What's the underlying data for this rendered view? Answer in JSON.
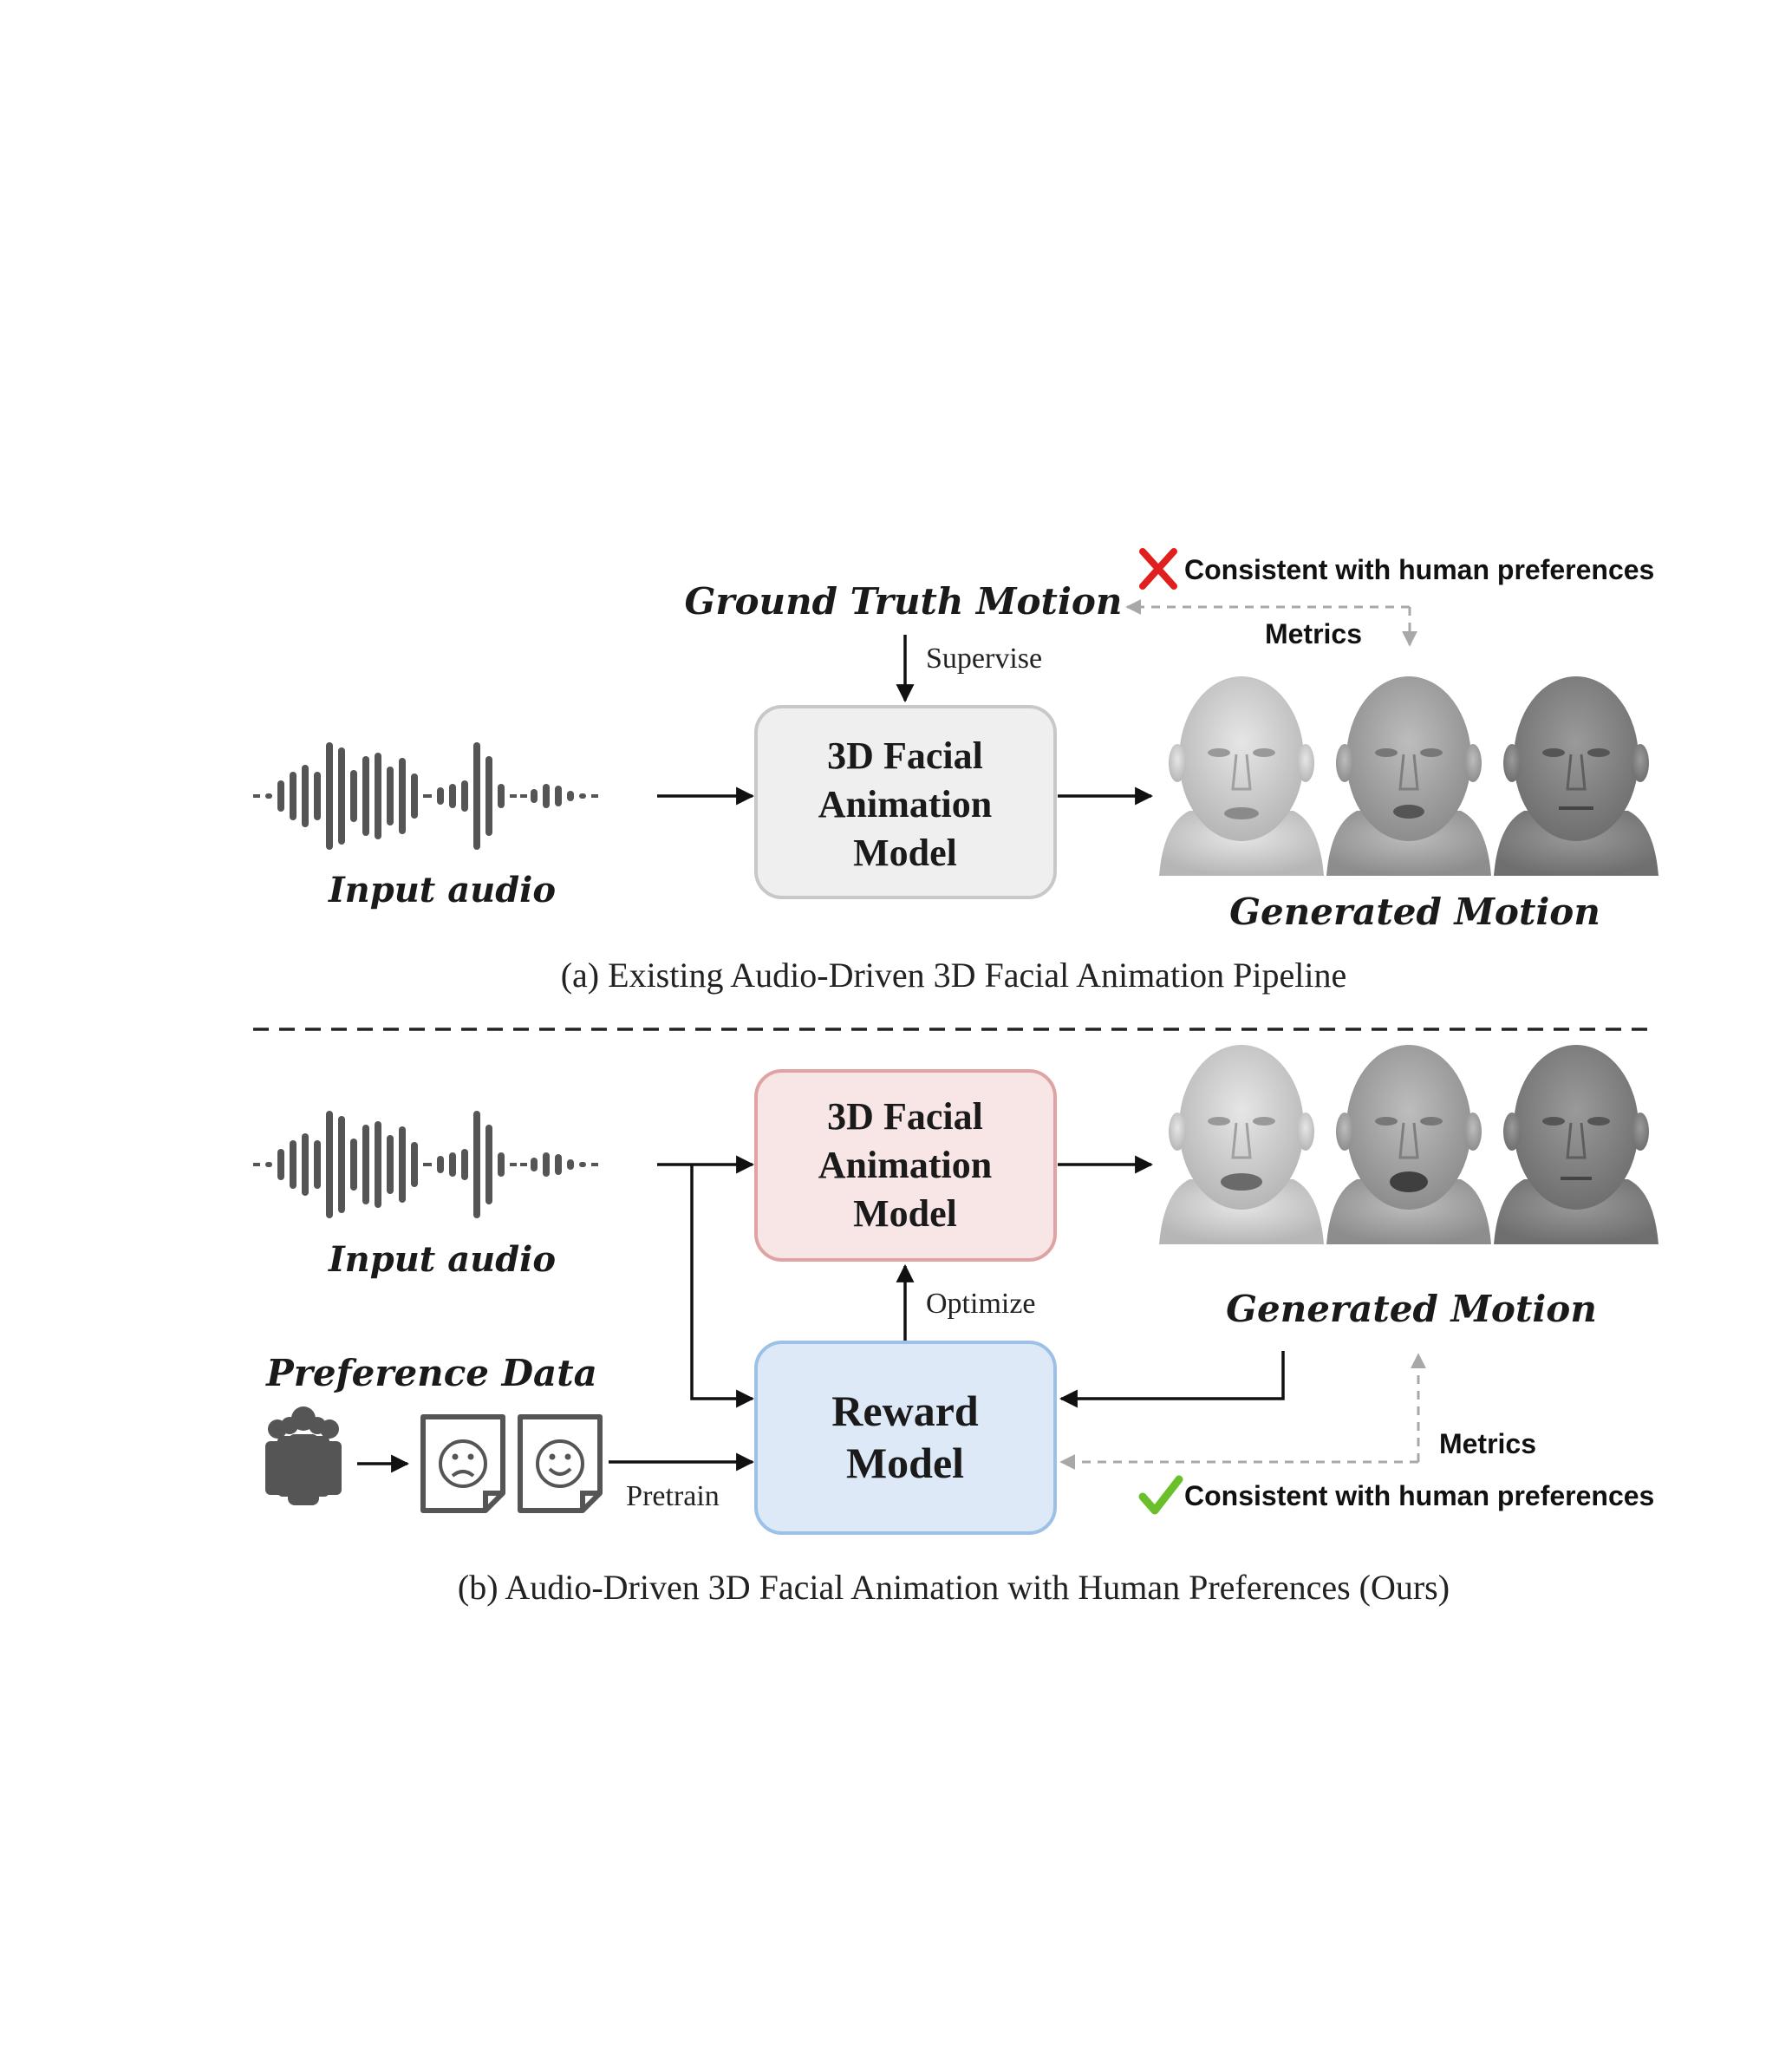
{
  "panel_a": {
    "ground_truth": "Ground Truth Motion",
    "supervise": "Supervise",
    "model_line1": "3D Facial",
    "model_line2": "Animation",
    "model_line3": "Model",
    "input_audio": "Input audio",
    "generated_motion": "Generated Motion",
    "metrics": "Metrics",
    "consistency": "Consistent with human preferences",
    "caption": "(a) Existing Audio-Driven 3D Facial Animation Pipeline"
  },
  "panel_b": {
    "model_line1": "3D Facial",
    "model_line2": "Animation",
    "model_line3": "Model",
    "input_audio": "Input audio",
    "generated_motion": "Generated Motion",
    "optimize": "Optimize",
    "preference_data": "Preference Data",
    "pretrain": "Pretrain",
    "reward_line1": "Reward",
    "reward_line2": "Model",
    "metrics": "Metrics",
    "consistency": "Consistent with human preferences",
    "caption": "(b) Audio-Driven 3D Facial Animation with Human Preferences (Ours)"
  },
  "colors": {
    "box_gray_fill": "#efefef",
    "box_gray_stroke": "#c8c8c8",
    "box_red_fill": "#f8e6e6",
    "box_red_stroke": "#e0a3a3",
    "box_blue_fill": "#dde9f6",
    "box_blue_stroke": "#9dc1e6",
    "wave": "#555555",
    "cross_red": "#e0201f",
    "check_green": "#6bbf2a",
    "dashed_gray": "#a8a8a8"
  }
}
